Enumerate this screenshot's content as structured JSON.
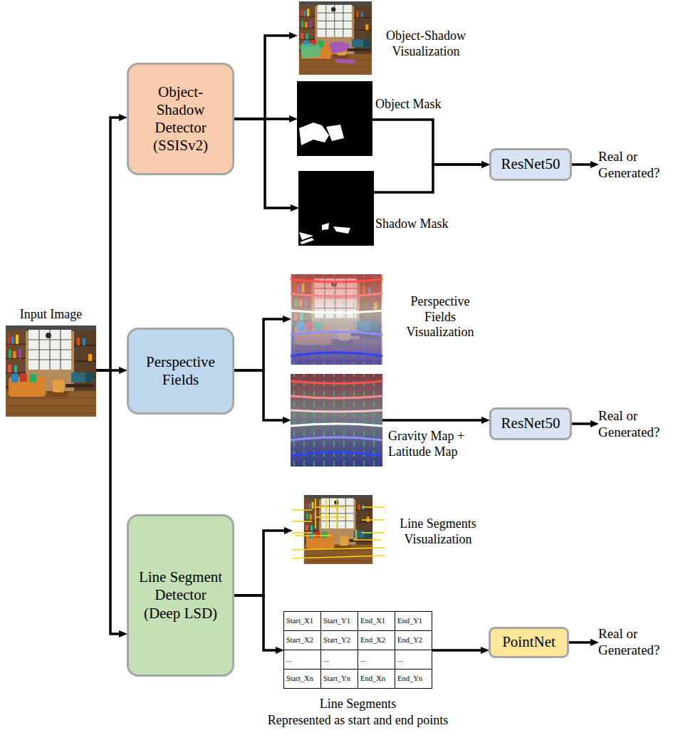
{
  "diagram": {
    "nodes": [
      {
        "text": [
          "Input Image"
        ]
      },
      {
        "text": [
          "Object-Shadow Detector (SSISv2)"
        ]
      },
      {
        "text": [
          "Object-Shadow Visualization"
        ]
      },
      {
        "text": [
          "Object Mask"
        ]
      },
      {
        "text": [
          "Shadow Mask"
        ]
      },
      {
        "text": [
          "ResNet50"
        ]
      },
      {
        "text": [
          "Real or Generated?"
        ]
      },
      {
        "text": [
          "Perspective Fields"
        ]
      },
      {
        "text": [
          "Perspective Fields Visualization"
        ]
      },
      {
        "text": [
          "Gravity Map + Latitude Map"
        ]
      },
      {
        "text": [
          "ResNet50"
        ]
      },
      {
        "text": [
          "Real or Generated?"
        ]
      },
      {
        "text": [
          "Line Segment Detector (Deep LSD)"
        ]
      },
      {
        "text": [
          "Line Segments Visualization"
        ]
      },
      {
        "text": [
          "Line Segments",
          "Represented as start and end points"
        ]
      },
      {
        "text": [
          "PointNet"
        ]
      },
      {
        "text": [
          "Real or Generated?"
        ]
      }
    ],
    "edges": [
      {
        "from": 0,
        "to": 1,
        "arrow": "to"
      },
      {
        "from": 0,
        "to": 7,
        "arrow": "to"
      },
      {
        "from": 0,
        "to": 12,
        "arrow": "to"
      },
      {
        "from": 1,
        "to": 2,
        "arrow": "to"
      },
      {
        "from": 1,
        "to": 3,
        "arrow": "to"
      },
      {
        "from": 1,
        "to": 4,
        "arrow": "to"
      },
      {
        "from": 3,
        "to": 5,
        "arrow": "to"
      },
      {
        "from": 4,
        "to": 5,
        "arrow": "to"
      },
      {
        "from": 5,
        "to": 6,
        "arrow": "to"
      },
      {
        "from": 7,
        "to": 8,
        "arrow": "to"
      },
      {
        "from": 7,
        "to": 9,
        "arrow": "to"
      },
      {
        "from": 9,
        "to": 10,
        "arrow": "to"
      },
      {
        "from": 10,
        "to": 11,
        "arrow": "to"
      },
      {
        "from": 12,
        "to": 13,
        "arrow": "to"
      },
      {
        "from": 12,
        "to": 14,
        "arrow": "to"
      },
      {
        "from": 14,
        "to": 15,
        "arrow": "to"
      },
      {
        "from": 15,
        "to": 16,
        "arrow": "to"
      }
    ],
    "labels": [
      "Start_X1",
      "Start_Y1",
      "End_X1",
      "End_Y1",
      "Start_X2",
      "Start_Y2",
      "End_X2",
      "End_Y2",
      "...",
      "...",
      "...",
      "...",
      "Start_Xn",
      "Start_Yn",
      "End_Xn",
      "End_Yn"
    ]
  }
}
